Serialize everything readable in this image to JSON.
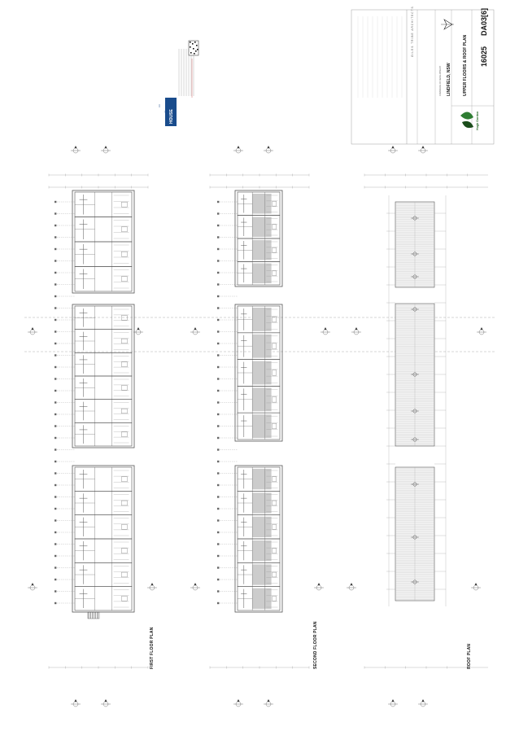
{
  "plans": {
    "first_floor_label": "FIRST FLOOR PLAN",
    "second_floor_label": "SECOND FLOOR PLAN",
    "roof_label": "ROOF PLAN"
  },
  "title_block": {
    "architect": "GILES TRIBE ARCHITECTS",
    "location": "LINDFIELD, NSW",
    "drawing_title": "UPPER FLOORS & ROOF PLAN",
    "job_number": "16025",
    "drawing_number": "DA03[6]",
    "client_brand": "Hugh Gordon",
    "project_line": "COMMERCE OF DEVELOPMENT"
  },
  "stamp": {
    "house_logo": "HOUSE"
  },
  "colors": {
    "line": "#555555",
    "light_line": "#999999",
    "hatch": "#cccccc",
    "brand_green": "#2e7d32",
    "brand_dark_green": "#1b4d1b",
    "stamp_blue": "#1a4c8c"
  }
}
